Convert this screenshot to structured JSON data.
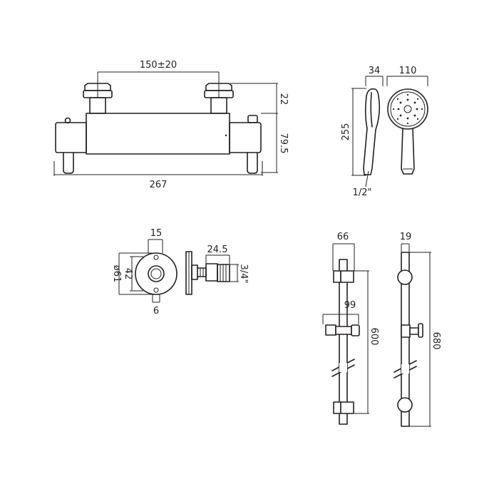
{
  "thermostatic_valve": {
    "centres": "150±20",
    "inlet_height": "22",
    "body_height": "79.5",
    "overall_width": "267"
  },
  "handset": {
    "depth": "34",
    "head_diameter": "110",
    "length": "255",
    "connection": "1/2\""
  },
  "outlet_elbow": {
    "offset": "15",
    "plate_inner": "42",
    "plate_diameter": "ø61",
    "screw": "6",
    "length": "24.5",
    "thread": "3/4\""
  },
  "riser_rail": {
    "bracket_depth": "66",
    "rail_diameter": "19",
    "slider_depth": "99",
    "fixing_centres": "600",
    "overall_length": "680"
  }
}
